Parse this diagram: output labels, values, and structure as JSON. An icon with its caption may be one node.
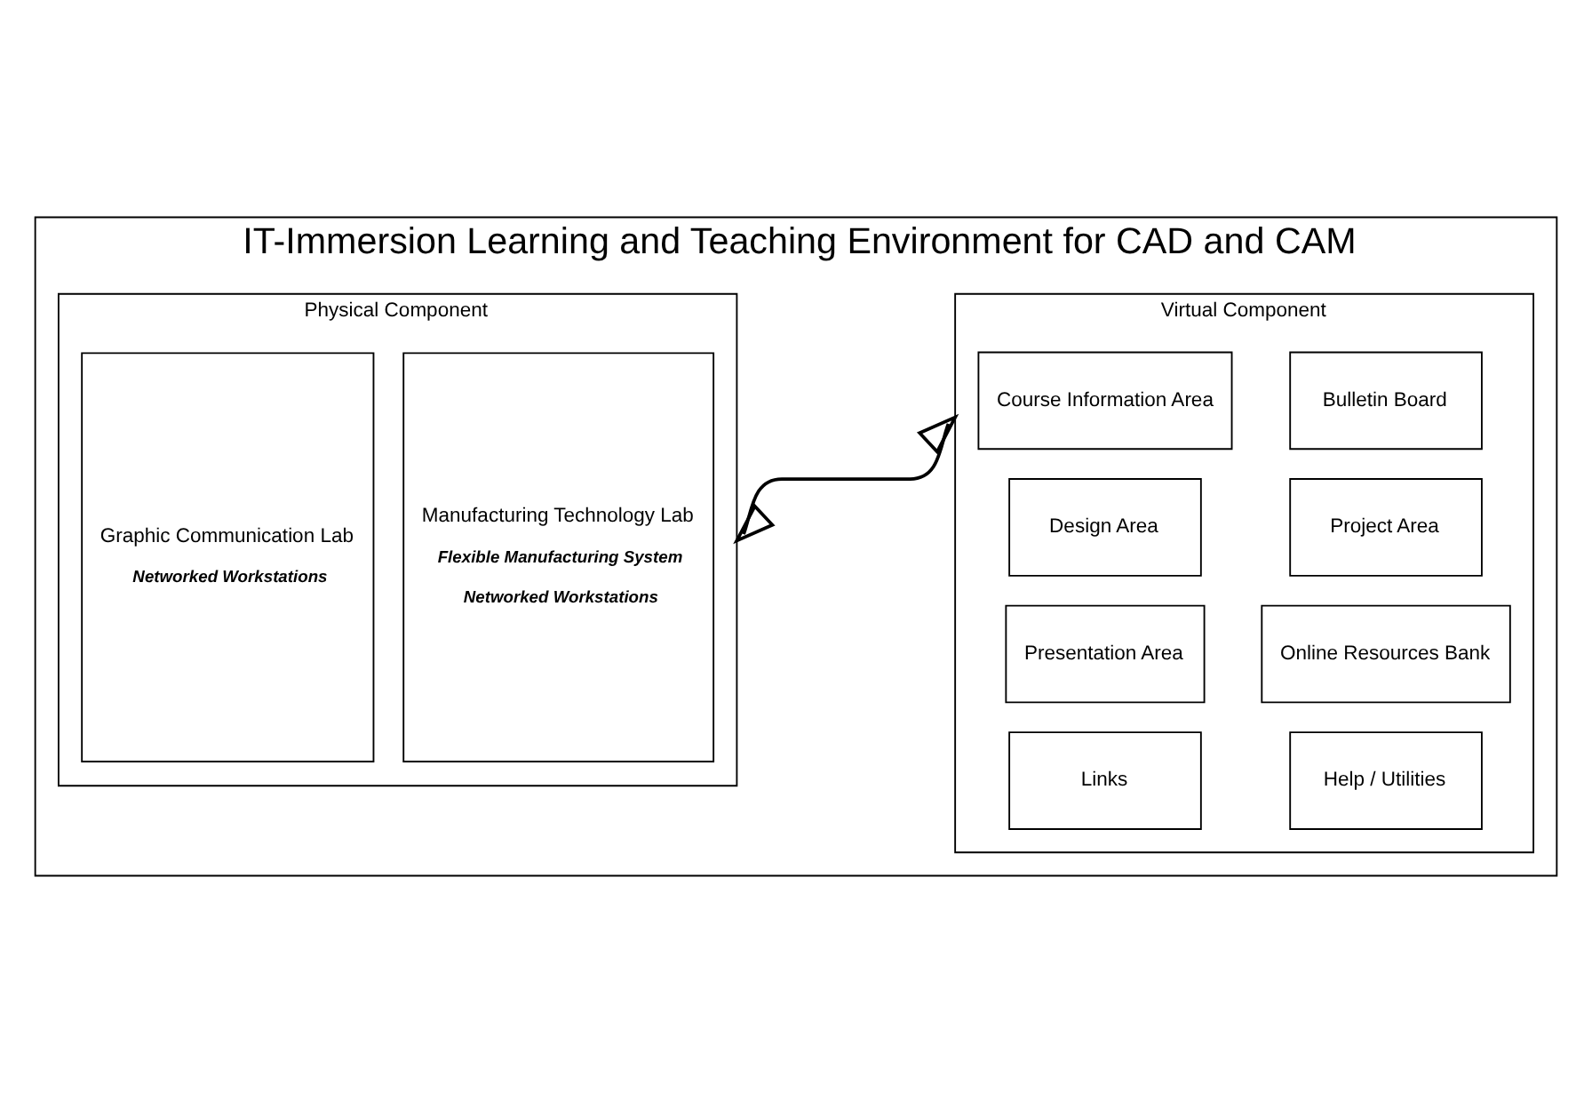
{
  "diagram": {
    "nodes": [
      {
        "text": [
          "IT-Immersion Learning and Teaching Environment for CAD and CAM"
        ]
      },
      {
        "text": [
          "Physical Component"
        ],
        "in": 0
      },
      {
        "text": [
          "Graphic Communication Lab",
          "Networked Workstations"
        ],
        "in": 1
      },
      {
        "text": [
          "Manufacturing Technology Lab",
          "Flexible Manufacturing System",
          "Networked Workstations"
        ],
        "in": 1
      },
      {
        "text": [
          "Virtual Component"
        ],
        "in": 0
      },
      {
        "text": [
          "Course Information Area"
        ],
        "in": 4
      },
      {
        "text": [
          "Bulletin Board"
        ],
        "in": 4
      },
      {
        "text": [
          "Design Area"
        ],
        "in": 4
      },
      {
        "text": [
          "Project Area"
        ],
        "in": 4
      },
      {
        "text": [
          "Presentation Area"
        ],
        "in": 4
      },
      {
        "text": [
          "Online Resources Bank"
        ],
        "in": 4
      },
      {
        "text": [
          "Links"
        ],
        "in": 4
      },
      {
        "text": [
          "Help / Utilities"
        ],
        "in": 4
      }
    ],
    "edges": [
      {
        "from": 1,
        "to": 4,
        "arrow": "both"
      }
    ]
  }
}
